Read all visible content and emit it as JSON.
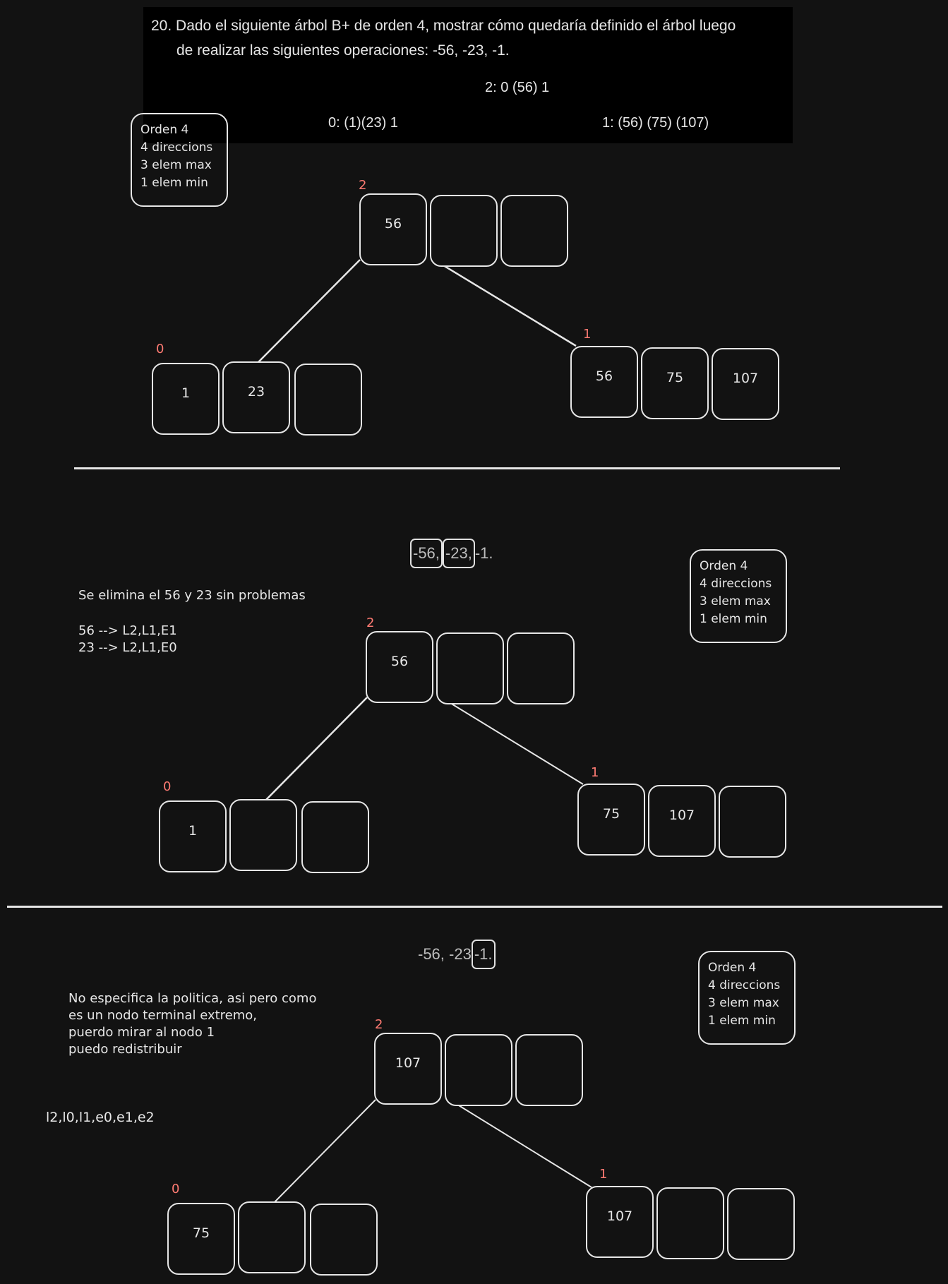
{
  "question": {
    "line1": "20. Dado el siguiente árbol B+ de orden 4, mostrar cómo quedaría definido el árbol luego",
    "line2": "de realizar  las siguientes operaciones:   -56, -23, -1.",
    "root_text": "2:  0 (56) 1",
    "node0_text": "0: (1)(23) 1",
    "node1_text": "1: (56) (75) (107)"
  },
  "legend": {
    "line1": "Orden 4",
    "line2": "4 direccions",
    "line3": "3 elem max",
    "line4": "1 elem min"
  },
  "section1": {
    "root": {
      "label": "2",
      "keys": [
        "56",
        "",
        ""
      ]
    },
    "left": {
      "label": "0",
      "keys": [
        "1",
        "23",
        ""
      ]
    },
    "right": {
      "label": "1",
      "keys": [
        "56",
        "75",
        "107"
      ]
    }
  },
  "section2": {
    "ops": {
      "op1": "-56,",
      "op2": "-23,",
      "rest": "-1."
    },
    "note_line1": "Se elimina el 56 y 23 sin problemas",
    "note_line2": "56 --> L2,L1,E1",
    "note_line3": "23 --> L2,L1,E0",
    "root": {
      "label": "2",
      "keys": [
        "56",
        "",
        ""
      ]
    },
    "left": {
      "label": "0",
      "keys": [
        "1",
        "",
        ""
      ]
    },
    "right": {
      "label": "1",
      "keys": [
        "75",
        "107",
        ""
      ]
    }
  },
  "section3": {
    "ops": {
      "before": "-56, -23",
      "op": "-1."
    },
    "note_line1": "No especifica la politica, asi pero como",
    "note_line2": "es un nodo terminal extremo,",
    "note_line3": "puerdo mirar al nodo 1",
    "note_line4": "puedo redistribuir",
    "sequence": "l2,l0,l1,e0,e1,e2",
    "root": {
      "label": "2",
      "keys": [
        "107",
        "",
        ""
      ]
    },
    "left": {
      "label": "0",
      "keys": [
        "75",
        "",
        ""
      ]
    },
    "right": {
      "label": "1",
      "keys": [
        "107",
        "",
        ""
      ]
    }
  },
  "colors": {
    "background": "#121212",
    "stroke": "#e6e6e6",
    "node_label": "#ff7b73",
    "header_bg": "#000000"
  }
}
